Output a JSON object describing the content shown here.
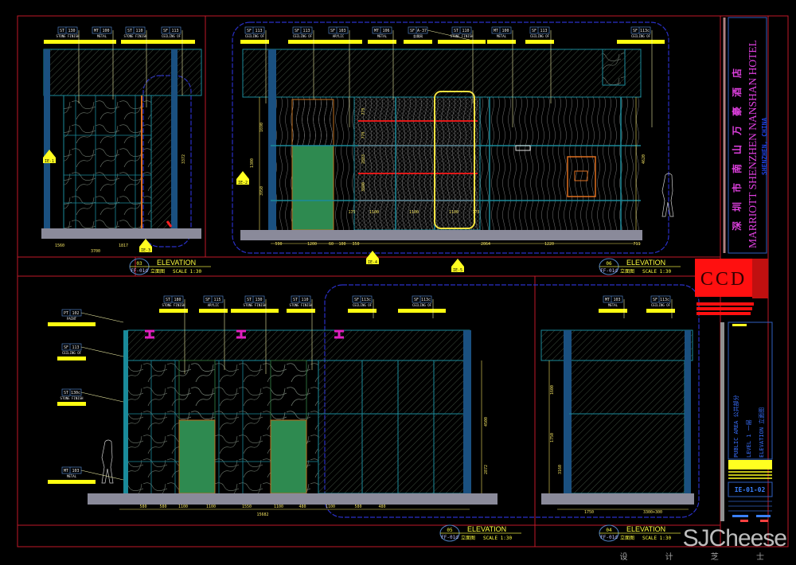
{
  "title_block": {
    "hotel_cn": "深圳市南山万豪酒店",
    "hotel_en": "MARRIOTT SHENZHEN NANSHAN HOTEL",
    "location": "SHENZHEN, CHINA",
    "logo": "CCD",
    "area": "PUBLIC AREA  公共部分",
    "level": "LEVEL 1  一层",
    "drawing": "ELEVATION  立面图",
    "sheet_no": "IE-01-02"
  },
  "elevations": [
    {
      "num": "03",
      "title": "ELEVATION",
      "ref": "FF-01d",
      "cn": "立面图",
      "scale": "SCALE 1:30"
    },
    {
      "num": "06",
      "title": "ELEVATION",
      "ref": "FF-01d",
      "cn": "立面图",
      "scale": "SCALE 1:30"
    },
    {
      "num": "05",
      "title": "ELEVATION",
      "ref": "FF-01d",
      "cn": "立面图",
      "scale": "SCALE 1:30"
    },
    {
      "num": "04",
      "title": "ELEVATION",
      "ref": "FF-01d",
      "cn": "立面图",
      "scale": "SCALE 1:30"
    }
  ],
  "tags": [
    {
      "code": "ST",
      "num": "130",
      "desc": "STONE FINISH"
    },
    {
      "code": "MT",
      "num": "100",
      "desc": "METAL"
    },
    {
      "code": "ST",
      "num": "110",
      "desc": "STONE FINISH"
    },
    {
      "code": "SF",
      "num": "113",
      "desc": "CEILING OF"
    },
    {
      "code": "SF",
      "num": "113",
      "desc": "CEILING OF"
    },
    {
      "code": "SF",
      "num": "113",
      "desc": "CEILING OF"
    },
    {
      "code": "SF",
      "num": "103",
      "desc": "ARYLIC"
    },
    {
      "code": "MT",
      "num": "106",
      "desc": "METAL"
    },
    {
      "code": "SF",
      "num": "A-37",
      "desc": "金属网"
    },
    {
      "code": "ST",
      "num": "110",
      "desc": "STONE FINISH"
    },
    {
      "code": "MT",
      "num": "100",
      "desc": "METAL"
    },
    {
      "code": "SF",
      "num": "113",
      "desc": "CEILING OF"
    },
    {
      "code": "SF",
      "num": "113c",
      "desc": "CEILING OF"
    },
    {
      "code": "ST",
      "num": "180",
      "desc": "STONE FINISH"
    },
    {
      "code": "SF",
      "num": "115",
      "desc": "ARYLIC"
    },
    {
      "code": "ST",
      "num": "130",
      "desc": "STONE FINISH"
    },
    {
      "code": "ST",
      "num": "110",
      "desc": "STONE FINISH"
    },
    {
      "code": "SF",
      "num": "113c",
      "desc": "CEILING OF"
    },
    {
      "code": "SF",
      "num": "113c",
      "desc": "CEILING OF"
    },
    {
      "code": "MT",
      "num": "103",
      "desc": "METAL"
    },
    {
      "code": "SF",
      "num": "113c",
      "desc": "CEILING OF"
    },
    {
      "code": "PT",
      "num": "102",
      "desc": "PAINT"
    },
    {
      "code": "SF",
      "num": "113",
      "desc": "CEILING OF"
    },
    {
      "code": "ST",
      "num": "130c",
      "desc": "STONE FINISH"
    },
    {
      "code": "MT",
      "num": "103",
      "desc": "METAL"
    }
  ],
  "dimensions": {
    "panel1": [
      "1560",
      "1817",
      "3700",
      "3372"
    ],
    "panel2": [
      "590",
      "1200",
      "60",
      "100",
      "350",
      "2064",
      "1220",
      "711",
      "1690",
      "1300",
      "3950",
      "779",
      "779",
      "2883",
      "3880",
      "175",
      "1100",
      "1100",
      "1100",
      "175",
      "4620"
    ],
    "panel3": [
      "580",
      "580",
      "1100",
      "1100",
      "1550",
      "1100",
      "480",
      "1100",
      "580",
      "480",
      "15682",
      "4500",
      "2872"
    ],
    "panel4": [
      "1750",
      "3300+300",
      "1600",
      "1750",
      "3160"
    ]
  },
  "section_markers": [
    "IE-1",
    "IE-2",
    "IE-3",
    "IE-4",
    "IE-5"
  ],
  "watermark": {
    "brand": "SJCheese",
    "sub": "设 计 芝 士"
  }
}
